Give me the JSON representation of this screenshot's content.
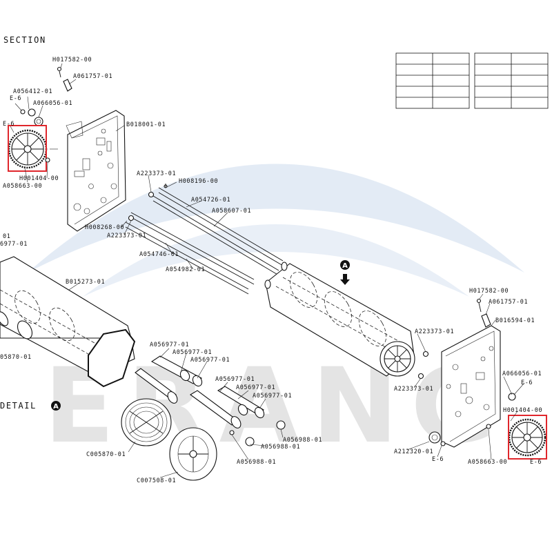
{
  "titles": {
    "section": "SECTION",
    "detail": "DETAIL",
    "detail_marker": "A",
    "callout_marker": "A"
  },
  "watermark": {
    "text": "ERANG",
    "color": "#e6e6e6"
  },
  "colors": {
    "highlight": "#e0262b",
    "line": "#111111",
    "swoosh": "#dfe8f3"
  },
  "labels": {
    "h017582_left": "H017582-00",
    "a061757_left": "A061757-01",
    "a056412": "A056412-01",
    "e6_left_top": "E-6",
    "a066056_left": "A066056-01",
    "e6_left_mid": "E-6",
    "b018001": "B018001-01",
    "h001404_left": "H001404-00",
    "a058663_left": "A058663-00",
    "a223373_top": "A223373-01",
    "h008196": "H008196-00",
    "a054726": "A054726-01",
    "a058607": "A058607-01",
    "h008268": "H008268-00",
    "a223373_mid": "A223373-01",
    "a054746": "A054746-01",
    "a054982": "A054982-01",
    "cut_01": "01",
    "cut_6977": "6977-01",
    "b015273": "B015273-01",
    "cut_05870": "05870-01",
    "a056977_1": "A056977-01",
    "a056977_2": "A056977-01",
    "a056977_3": "A056977-01",
    "a056977_4": "A056977-01",
    "a056977_5": "A056977-01",
    "a056977_6": "A056977-01",
    "a056988_1": "A056988-01",
    "a056988_2": "A056988-01",
    "a056988_3": "A056988-01",
    "c005870": "C005870-01",
    "c007508": "C007508-01",
    "h017582_right": "H017582-00",
    "a061757_right": "A061757-01",
    "b016594": "B016594-01",
    "a223373_r1": "A223373-01",
    "a223373_r2": "A223373-01",
    "a066056_right": "A066056-01",
    "e6_right_1": "E-6",
    "h001404_right": "H001404-00",
    "a212320": "A212320-01",
    "e6_right_2": "E-6",
    "a058663_right": "A058663-00",
    "e6_right_3": "E-6"
  }
}
